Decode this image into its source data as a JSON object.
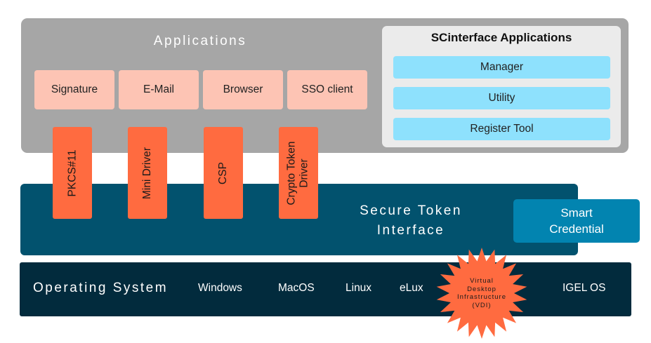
{
  "colors": {
    "applications_layer": "#a6a6a6",
    "app_box": "#fdc4b4",
    "scinterface_panel": "#ebebeb",
    "scinterface_item": "#8ee1fd",
    "driver": "#ff6b40",
    "secure_token_layer": "#02526e",
    "smart_credential": "#0284b0",
    "os_layer": "#022b3d",
    "vdi_burst": "#ff6b40"
  },
  "applications": {
    "title": "Applications",
    "items": [
      "Signature",
      "E-Mail",
      "Browser",
      "SSO client"
    ]
  },
  "scinterface": {
    "title": "SCinterface Applications",
    "items": [
      "Manager",
      "Utility",
      "Register Tool"
    ]
  },
  "drivers": {
    "items": [
      {
        "line1": "PKCS#11"
      },
      {
        "line1": "Mini Driver"
      },
      {
        "line1": "CSP"
      },
      {
        "line1": "Crypto Token",
        "line2": "Driver"
      }
    ]
  },
  "secure_token": {
    "line1": "Secure Token",
    "line2": "Interface"
  },
  "smart_credential": {
    "line1": "Smart",
    "line2": "Credential"
  },
  "operating_system": {
    "title": "Operating System",
    "items": [
      "Windows",
      "MacOS",
      "Linux",
      "eLux",
      "IGEL OS"
    ]
  },
  "vdi": {
    "line1": "Virtual",
    "line2": "Desktop",
    "line3": "Infrastructure",
    "line4": "(VDI)"
  }
}
